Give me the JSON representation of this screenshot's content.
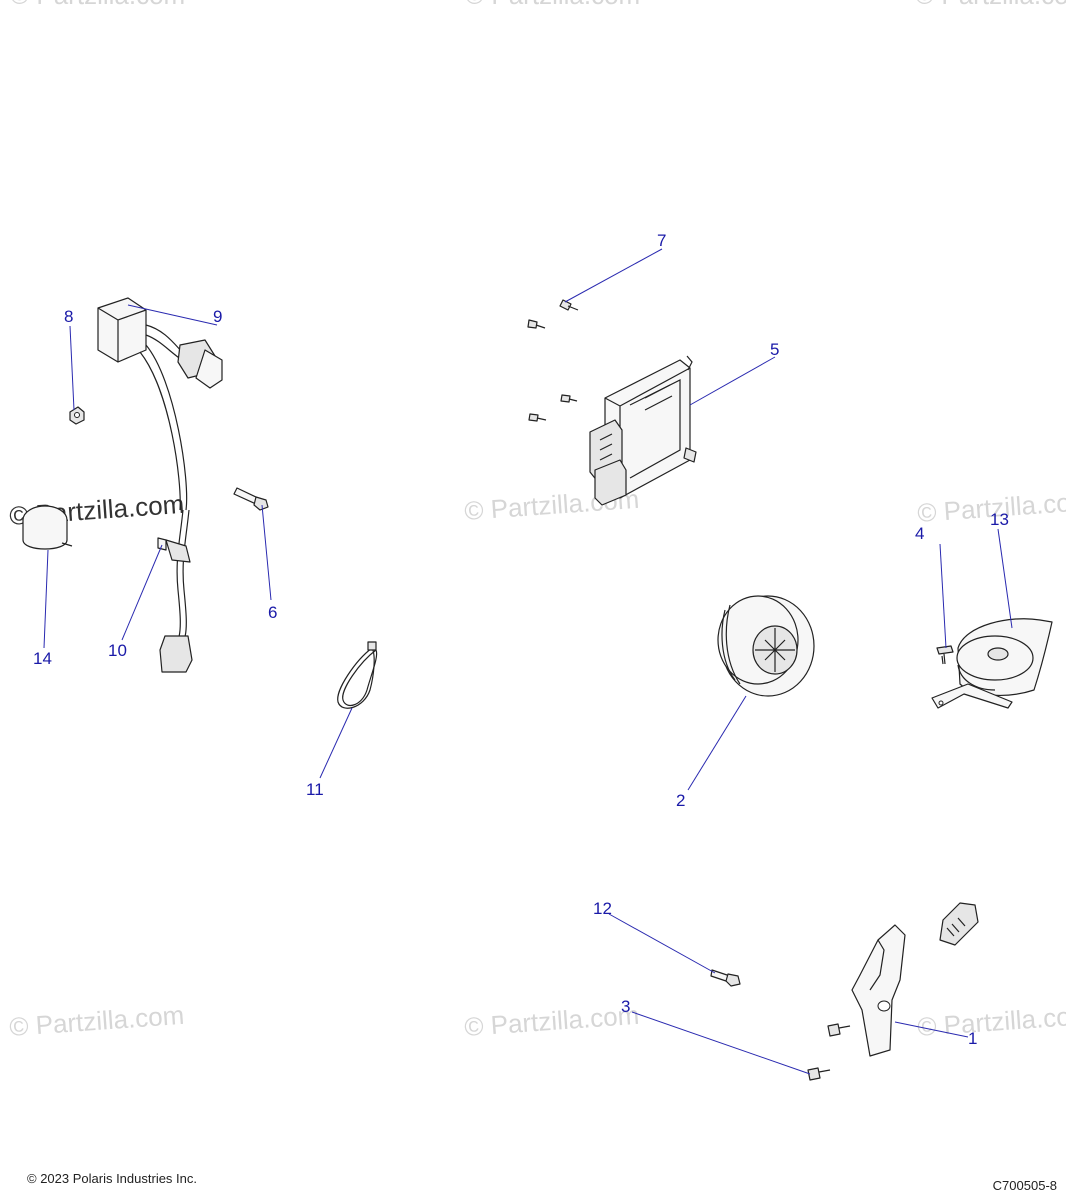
{
  "callouts": [
    "1",
    "2",
    "3",
    "4",
    "5",
    "6",
    "7",
    "8",
    "9",
    "10",
    "11",
    "12",
    "13",
    "14"
  ],
  "watermark": "© Partzilla.com",
  "footer": {
    "copyright": "© 2023 Polaris Industries Inc.",
    "drawing_number": "C700505-8"
  },
  "colors": {
    "callout": "#1a1aa8",
    "watermark": "#d6d6d6"
  }
}
